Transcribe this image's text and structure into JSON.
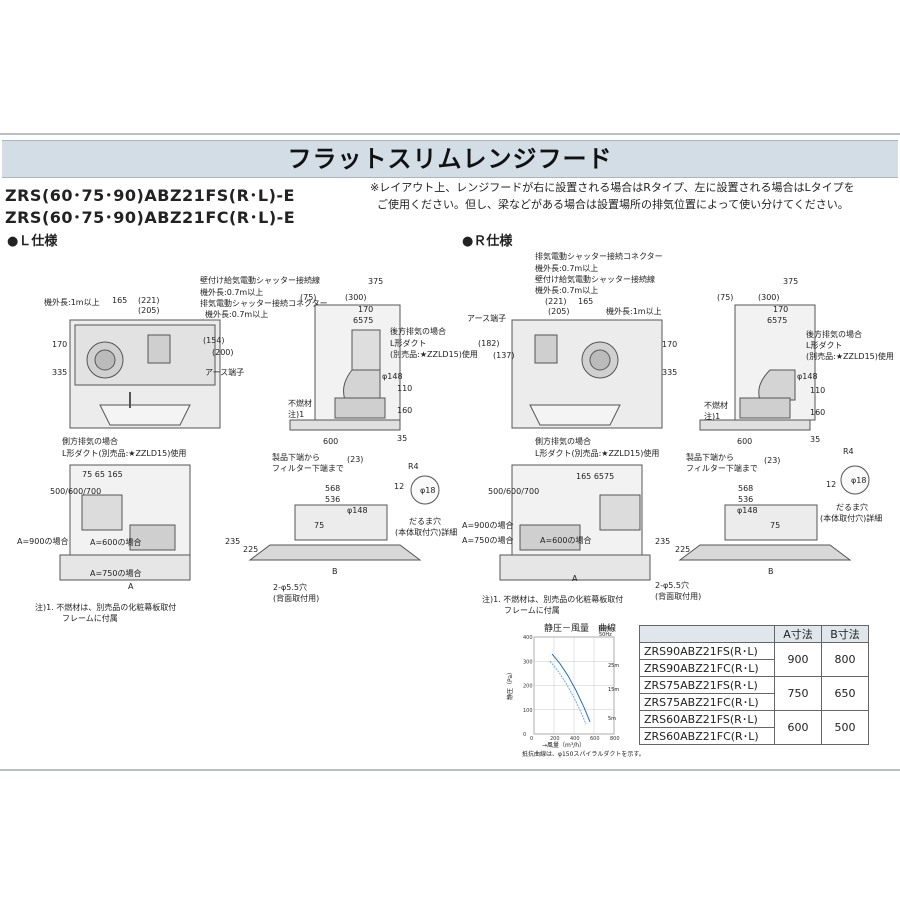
{
  "title": "フラットスリムレンジフード",
  "models": [
    "ZRS(60･75･90)ABZ21FS(R･L)-E",
    "ZRS(60･75･90)ABZ21FC(R･L)-E"
  ],
  "layout_note": [
    "※レイアウト上、レンジフードが右に設置される場合はRタイプ、左に設置される場合はLタイプを",
    "ご使用ください。但し、梁などがある場合は設置場所の排気位置によって使い分けてください。"
  ],
  "spec_l": "●Ｌ仕様",
  "spec_r": "●Ｒ仕様",
  "labels": {
    "wall_shutter": "壁付け給気電動シャッター接続線",
    "outside_len_07": "機外長:0.7m以上",
    "exhaust_shutter": "排気電動シャッター接続コネクター",
    "outside_len_1": "機外長:1m以上",
    "earth": "アース端子",
    "rear_exhaust": "後方排気の場合",
    "l_duct": "L形ダクト",
    "sold_sep": "(別売品:★ZZLD15)使用",
    "noncombustible": "不燃材",
    "note1": "注)1",
    "side_exhaust": "側方排気の場合",
    "l_duct_line": "L形ダクト(別売品:★ZZLD15)使用",
    "product_bottom": "製品下端から",
    "filter_bottom": "フィルター下端まで",
    "a900": "A=900の場合",
    "a600": "A=600の場合",
    "a750": "A=750の場合",
    "hole": "2-φ5.5穴",
    "back_mount": "(背面取付用)",
    "drop_hole": "だるま穴",
    "drop_hole2": "(本体取付穴)詳細",
    "footnote1": "注)1. 不燃材は、別売品の化粧幕板取付",
    "footnote2": "フレームに付属"
  },
  "dims": {
    "d165": "165",
    "d221": "(221)",
    "d205": "(205)",
    "d154": "(154)",
    "d200": "(200)",
    "d170": "170",
    "d335": "335",
    "d375": "375",
    "d75p": "(75)",
    "d300": "(300)",
    "d6575": "6575",
    "d148": "φ148",
    "d110": "110",
    "d160": "160",
    "d35": "35",
    "d600": "600",
    "d23": "(23)",
    "d568": "568",
    "d536": "536",
    "d75": "75",
    "d235": "235",
    "d225": "225",
    "d12": "12",
    "dR4": "R4",
    "d18": "φ18",
    "d500700": "500/600/700",
    "d7565165": "75 65 165",
    "dA": "A",
    "dB": "B",
    "d182": "(182)",
    "d137": "(137)",
    "d16565": "165 6575"
  },
  "chart_data": {
    "type": "line",
    "title": "静圧－風量　曲線",
    "xlabel": "→風量（m³/h）",
    "ylabel": "静圧（Pa）",
    "xlim": [
      0,
      800
    ],
    "ylim": [
      0,
      400
    ],
    "x_ticks": [
      0,
      200,
      400,
      600,
      800
    ],
    "y_ticks": [
      0,
      100,
      200,
      300,
      400
    ],
    "right_labels": [
      "25m",
      "15m",
      "5m"
    ],
    "legend": [
      "60Hz",
      "50Hz"
    ],
    "footnote": "抵抗曲線は、φ150スパイラルダクトを示す。",
    "series": [
      {
        "name": "60Hz",
        "x": [
          180,
          260,
          340,
          420,
          500,
          560
        ],
        "y": [
          330,
          290,
          240,
          180,
          110,
          50
        ]
      },
      {
        "name": "50Hz",
        "x": [
          160,
          240,
          320,
          400,
          470,
          520
        ],
        "y": [
          300,
          260,
          210,
          150,
          90,
          40
        ]
      }
    ]
  },
  "table": {
    "headers": [
      "",
      "A寸法",
      "B寸法"
    ],
    "rows": [
      {
        "models": [
          "ZRS90ABZ21FS(R･L)",
          "ZRS90ABZ21FC(R･L)"
        ],
        "a": "900",
        "b": "800"
      },
      {
        "models": [
          "ZRS75ABZ21FS(R･L)",
          "ZRS75ABZ21FC(R･L)"
        ],
        "a": "750",
        "b": "650"
      },
      {
        "models": [
          "ZRS60ABZ21FS(R･L)",
          "ZRS60ABZ21FC(R･L)"
        ],
        "a": "600",
        "b": "500"
      }
    ]
  }
}
